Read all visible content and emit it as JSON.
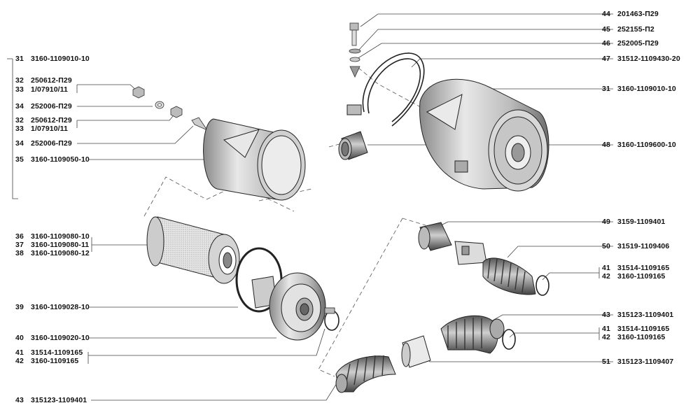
{
  "left_labels": [
    {
      "num": "31",
      "code": "3160-1109010-10"
    },
    {
      "num": "32",
      "code": "250612-П29"
    },
    {
      "num": "33",
      "code": "1/07910/11"
    },
    {
      "num": "34",
      "code": "252006-П29"
    },
    {
      "num": "32",
      "code": "250612-П29"
    },
    {
      "num": "33",
      "code": "1/07910/11"
    },
    {
      "num": "34",
      "code": "252006-П29"
    },
    {
      "num": "35",
      "code": "3160-1109050-10"
    },
    {
      "num": "36",
      "code": "3160-1109080-10"
    },
    {
      "num": "37",
      "code": "3160-1109080-11"
    },
    {
      "num": "38",
      "code": "3160-1109080-12"
    },
    {
      "num": "39",
      "code": "3160-1109028-10"
    },
    {
      "num": "40",
      "code": "3160-1109020-10"
    },
    {
      "num": "41",
      "code": "31514-1109165"
    },
    {
      "num": "42",
      "code": "3160-1109165"
    },
    {
      "num": "43",
      "code": "315123-1109401"
    }
  ],
  "right_labels": [
    {
      "num": "44",
      "code": "201463-П29"
    },
    {
      "num": "45",
      "code": "252155-П2"
    },
    {
      "num": "46",
      "code": "252005-П29"
    },
    {
      "num": "47",
      "code": "31512-1109430-20"
    },
    {
      "num": "31",
      "code": "3160-1109010-10"
    },
    {
      "num": "48",
      "code": "3160-1109600-10"
    },
    {
      "num": "49",
      "code": "3159-1109401"
    },
    {
      "num": "50",
      "code": "31519-1109406"
    },
    {
      "num": "41",
      "code": "31514-1109165"
    },
    {
      "num": "42",
      "code": "3160-1109165"
    },
    {
      "num": "43",
      "code": "315123-1109401"
    },
    {
      "num": "41",
      "code": "31514-1109165"
    },
    {
      "num": "42",
      "code": "3160-1109165"
    },
    {
      "num": "51",
      "code": "315123-1109407"
    }
  ]
}
